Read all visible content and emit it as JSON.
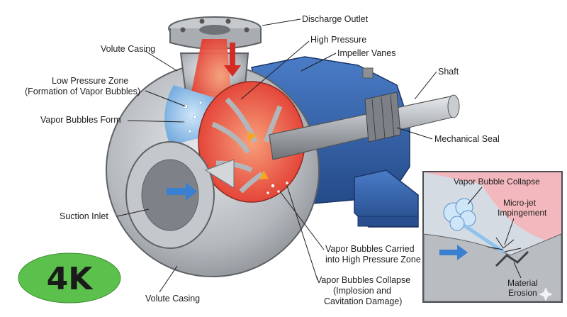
{
  "labels": {
    "discharge_outlet": "Discharge Outlet",
    "high_pressure": "High Pressure",
    "impeller_vanes": "Impeller Vanes",
    "volute_casing_top": "Volute Casing",
    "low_pressure_zone_1": "Low Pressure Zone",
    "low_pressure_zone_2": "(Formation of Vapor Bubbles)",
    "vapor_bubbles_form": "Vapor Bubbles Form",
    "shaft": "Shaft",
    "mechanical_seal": "Mechanical Seal",
    "suction_inlet": "Suction Inlet",
    "vapor_carried_1": "Vapor Bubbles Carried",
    "vapor_carried_2": "into High Pressure Zone",
    "vapor_collapse_1": "Vapor Bubbles Collapse",
    "vapor_collapse_2": "(Implosion and",
    "vapor_collapse_3": "Cavitation Damage)",
    "volute_casing_bottom": "Volute Casing"
  },
  "inset": {
    "bubble_collapse": "Vapor Bubble Collapse",
    "microjet_1": "Micro-jet",
    "microjet_2": "Impingement",
    "erosion_1": "Material",
    "erosion_2": "Erosion"
  },
  "badge": {
    "text": "4K",
    "color": "#5cc04d"
  },
  "colors": {
    "casing": "#b9bdc2",
    "motor_blue": "#2f5ea8",
    "high_pressure_red": "#e8473b",
    "low_pressure_blue": "#9fc9ec",
    "inset_pink": "#f2b8bd"
  }
}
